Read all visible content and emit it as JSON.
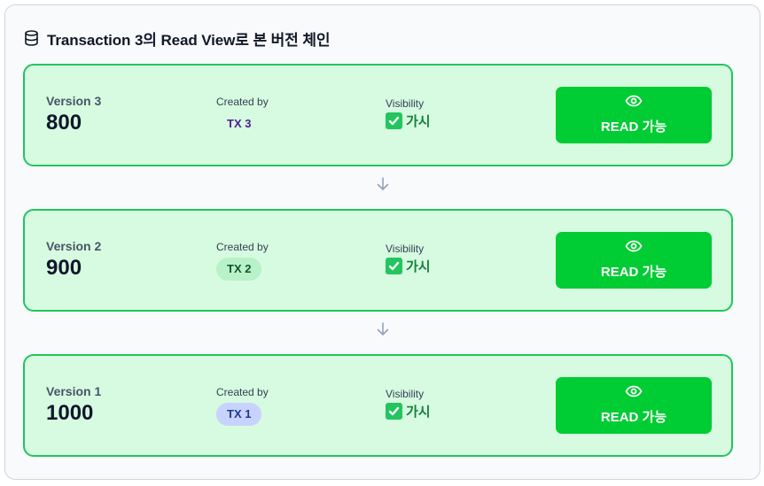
{
  "panel": {
    "title": "Transaction 3의 Read View로 본 버전 체인",
    "header_icon": "database-icon"
  },
  "labels": {
    "created_by": "Created by",
    "visibility": "Visibility"
  },
  "versions": [
    {
      "version_label": "Version 3",
      "value": "800",
      "created_by": "TX 3",
      "badge_bg": "transparent",
      "badge_color": "#4c1d95",
      "visibility": "가시",
      "action": "READ 가능"
    },
    {
      "version_label": "Version 2",
      "value": "900",
      "created_by": "TX 2",
      "badge_bg": "#b8f2c8",
      "badge_color": "#14532d",
      "visibility": "가시",
      "action": "READ 가능"
    },
    {
      "version_label": "Version 1",
      "value": "1000",
      "created_by": "TX 1",
      "badge_bg": "#c7d2fe",
      "badge_color": "#1e3a8a",
      "visibility": "가시",
      "action": "READ 가능"
    }
  ],
  "colors": {
    "card_bg": "#d7fbe0",
    "card_border": "#22c55e",
    "button_bg": "#00cc33",
    "visible_text": "#15803d"
  }
}
